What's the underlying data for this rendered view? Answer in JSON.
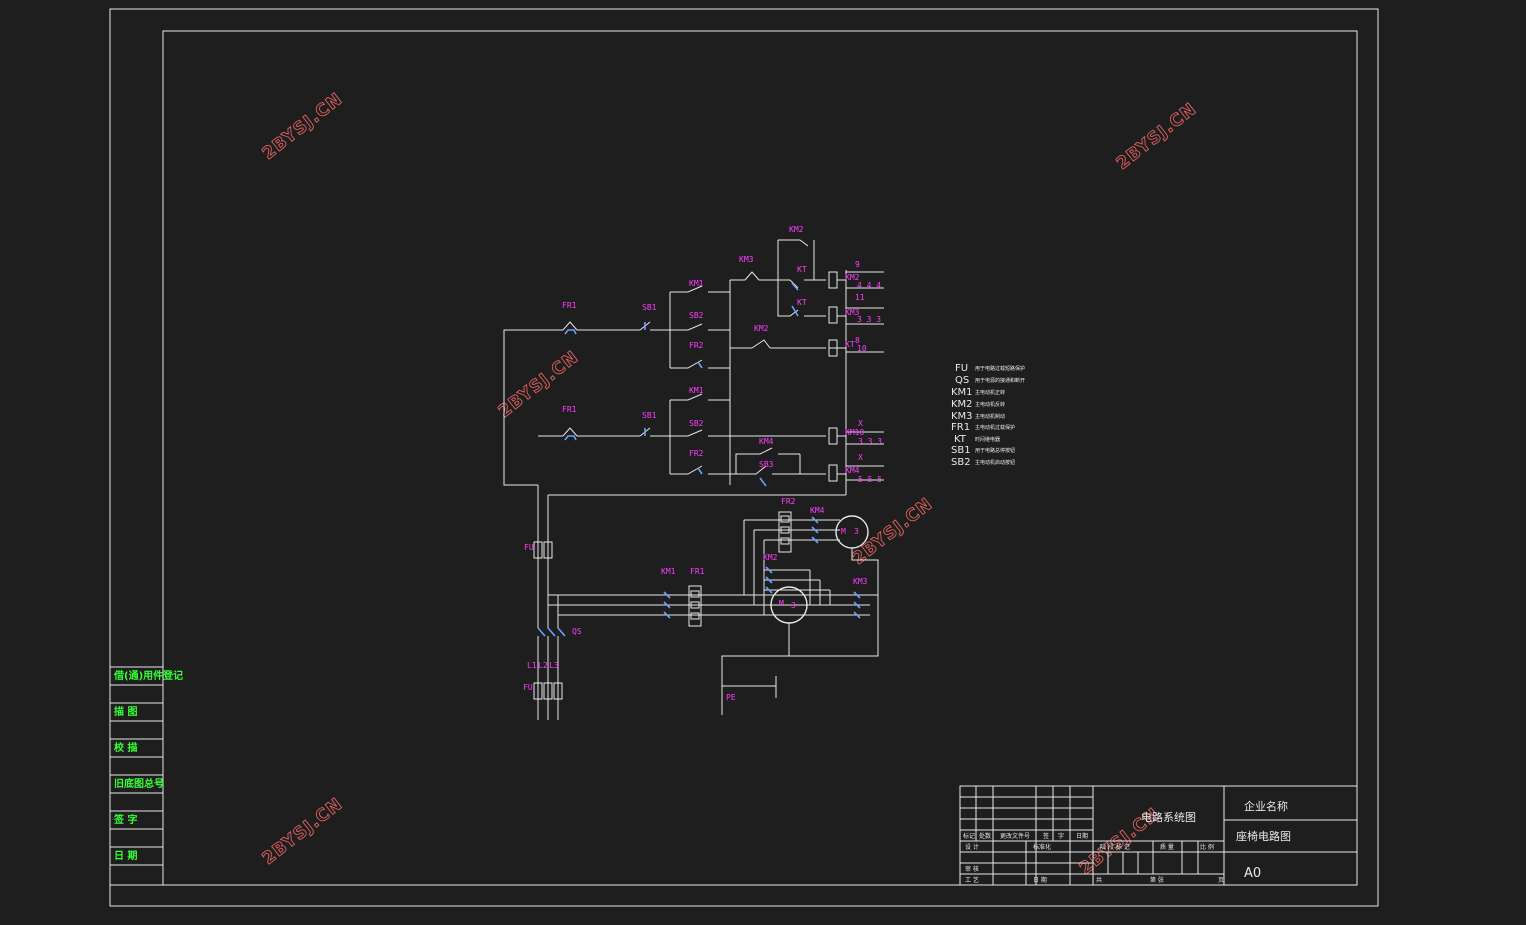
{
  "watermark": "2BYSJ.CN",
  "colors": {
    "background": "#1e1e1e",
    "line": "#e8e8e8",
    "label": "#ff3cff",
    "contact": "#6aa0ff",
    "sidebar_text": "#33ff33",
    "watermark": "#e06060"
  },
  "legend": [
    {
      "code": "FU",
      "desc": "用于电路过载短路保护"
    },
    {
      "code": "QS",
      "desc": "用于电源的接通和断开"
    },
    {
      "code": "KM1",
      "desc": "主电动机正转"
    },
    {
      "code": "KM2",
      "desc": "主电动机反转"
    },
    {
      "code": "KM3",
      "desc": "主电动机制动"
    },
    {
      "code": "FR1",
      "desc": "主电动机过载保护"
    },
    {
      "code": "KT",
      "desc": "时间继电器"
    },
    {
      "code": "SB1",
      "desc": "用于电路总停按钮"
    },
    {
      "code": "SB2",
      "desc": "主电动机启动按钮"
    }
  ],
  "sidebar": [
    "借(通)用件登记",
    "描 图",
    "校 描",
    "旧底图总号",
    "签 字",
    "日 期"
  ],
  "title_block": {
    "drawing_title": "电路系统图",
    "company": "企业名称",
    "drawing_name": "座椅电路图",
    "size": "A0",
    "headers": [
      "标记",
      "处数",
      "更改文件号",
      "签",
      "字",
      "日期"
    ],
    "labels": {
      "design": "设 计",
      "standard": "标准化",
      "review": "审 核",
      "process": "工 艺",
      "date": "日 期",
      "stage": "阶 段 标 记",
      "weight": "质 量",
      "scale": "比 例",
      "total": "共",
      "sheet": "第 张",
      "page": "页"
    }
  },
  "diagram_labels": {
    "FR1_a": "FR1",
    "SB1_a": "SB1",
    "KM1_a": "KM1",
    "SB2_a": "SB2",
    "FR2_a": "FR2",
    "KM3_a": "KM3",
    "KM2_top": "KM2",
    "KT_a": "KT",
    "KT_b": "KT",
    "KM2_b": "KM2",
    "KM2_coil": "KM2",
    "KM3_coil": "KM3",
    "KT_coil": "KT",
    "n9": "9",
    "n11": "11",
    "n8": "8",
    "n444": "4 4 4",
    "n333": "3 3 3",
    "n10": "10",
    "FR1_b": "FR1",
    "SB1_b": "SB1",
    "KM1_b": "KM1",
    "SB2_b": "SB2",
    "FR2_b": "FR2",
    "KM4_a": "KM4",
    "SB3": "SB3",
    "KM10_coil": "KM10",
    "KM4_coil": "KM4",
    "x1": "X",
    "x2": "X",
    "n333b": "3 3 3",
    "n555": "5 5 5",
    "FR2_c": "FR2",
    "KM4_c": "KM4",
    "M3_a": "M",
    "M3_b": "3",
    "KM2_c": "KM2",
    "FU_a": "FU",
    "KM1_c": "KM1",
    "FR1_c": "FR1",
    "KM3_c": "KM3",
    "M_b": "M",
    "M_c": "3",
    "QS": "QS",
    "L1": "L1",
    "L2": "L2",
    "L3": "L3",
    "FU_b": "FU",
    "PE": "PE"
  }
}
